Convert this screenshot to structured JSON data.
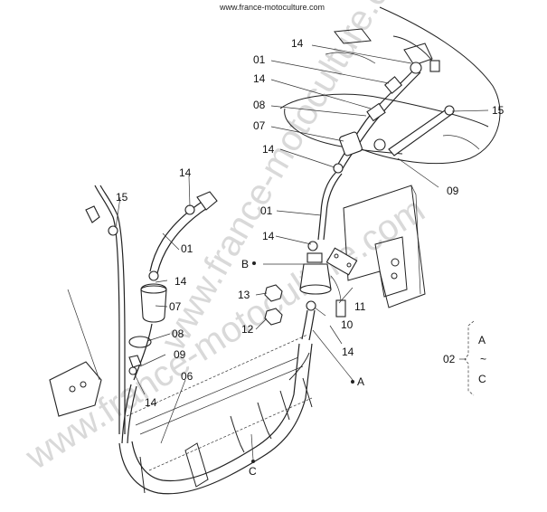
{
  "watermark": {
    "url": "www.france-motoculture.com",
    "diagonal": "www.france-motoculture.com"
  },
  "diagram": {
    "callouts": [
      {
        "id": "c1",
        "text": "14"
      },
      {
        "id": "c2",
        "text": "01"
      },
      {
        "id": "c3",
        "text": "14"
      },
      {
        "id": "c4",
        "text": "08"
      },
      {
        "id": "c5",
        "text": "07"
      },
      {
        "id": "c6",
        "text": "14"
      },
      {
        "id": "c7",
        "text": "15"
      },
      {
        "id": "c8",
        "text": "09"
      },
      {
        "id": "c9",
        "text": "14"
      },
      {
        "id": "c10",
        "text": "15"
      },
      {
        "id": "c11",
        "text": "01"
      },
      {
        "id": "c12",
        "text": "14"
      },
      {
        "id": "c13",
        "text": "07"
      },
      {
        "id": "c14",
        "text": "08"
      },
      {
        "id": "c15",
        "text": "09"
      },
      {
        "id": "c16",
        "text": "14"
      },
      {
        "id": "c17",
        "text": "06"
      },
      {
        "id": "c18",
        "text": "01"
      },
      {
        "id": "c19",
        "text": "14"
      },
      {
        "id": "c20",
        "text": "B"
      },
      {
        "id": "c21",
        "text": "13"
      },
      {
        "id": "c22",
        "text": "12"
      },
      {
        "id": "c23",
        "text": "11"
      },
      {
        "id": "c24",
        "text": "10"
      },
      {
        "id": "c25",
        "text": "14"
      },
      {
        "id": "c26",
        "text": "A"
      },
      {
        "id": "c27",
        "text": "C"
      }
    ],
    "legend": {
      "part": "02",
      "from": "A",
      "tilde": "~",
      "to": "C"
    }
  }
}
